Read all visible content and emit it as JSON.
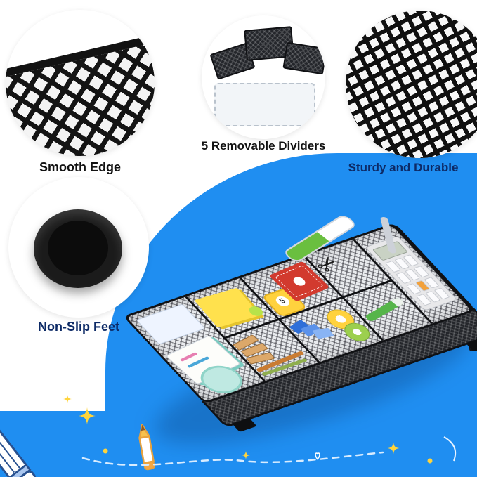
{
  "colors": {
    "background_blue": "#1f8ef1",
    "label_black": "#121212",
    "label_navy": "#0d2a66",
    "mesh_black": "#141414",
    "doodle_yellow": "#ffd43b",
    "doodle_outline_blue": "#27508f"
  },
  "callouts": {
    "smooth_edge": {
      "label": "Smooth Edge"
    },
    "dividers": {
      "label": "5 Removable Dividers"
    },
    "sturdy": {
      "label": "Sturdy and Durable"
    },
    "non_slip": {
      "label": "Non-Slip Feet"
    }
  },
  "product": {
    "tape_measure_digit": "5"
  }
}
